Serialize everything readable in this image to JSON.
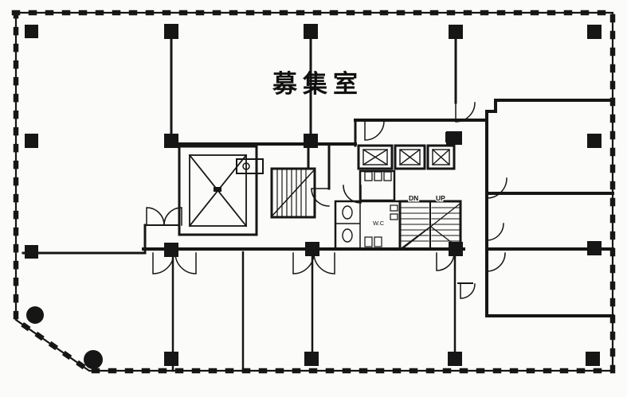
{
  "document": {
    "kind": "scanned-building-floor-plan",
    "background_color": "#fbfbf9",
    "ink_color": "#161616"
  },
  "labels": {
    "room_title": "募集室",
    "stair_down": "DN",
    "stair_up": "UP",
    "toilet": "W.C"
  },
  "symbols": {
    "column": "filled-square",
    "round_column": "filled-circle",
    "elevator": "box-with-x",
    "shaft": "large-box-with-x",
    "stair": "treads-with-diagonal",
    "door": "quarter-circle-swing",
    "window_mullion": "tick-marks-on-outer-wall"
  },
  "counts": {
    "elevators": 3,
    "stairs": 2,
    "square_columns": 19,
    "round_columns": 2
  }
}
